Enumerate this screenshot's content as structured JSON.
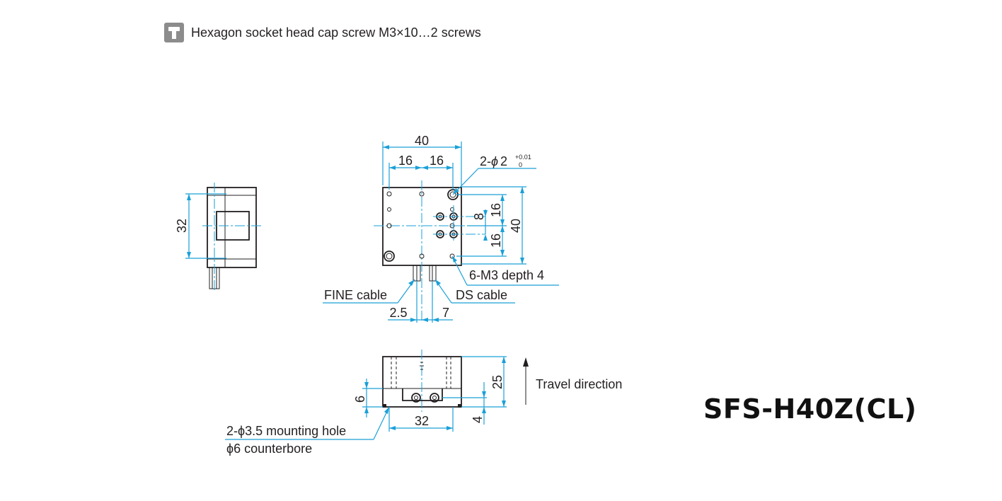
{
  "legend": {
    "icon": "screw-icon",
    "icon_color": "#8c8c8c",
    "text": "Hexagon socket head cap screw M3×10…2 screws"
  },
  "model_name": "SFS-H40Z(CL)",
  "colors": {
    "dimension": "#1aa0d8",
    "outline": "#231f20"
  },
  "dimensions": {
    "top_width": "40",
    "top_half_left": "16",
    "top_half_right": "16",
    "right_height": "40",
    "right_upper": "16",
    "right_mid": "8",
    "right_lower": "16",
    "side_height": "32",
    "cable_offset_left": "2.5",
    "cable_offset_right": "7",
    "front_height": "25",
    "front_base": "6",
    "front_bottom": "4",
    "front_width": "32"
  },
  "callouts": {
    "pin_holes_prefix": "2-",
    "pin_holes_phi": "ϕ",
    "pin_holes_size": "2",
    "pin_holes_tol_upper": "+0.01",
    "pin_holes_tol_lower": "0",
    "tapped_holes": "6-M3 depth 4",
    "fine_cable": "FINE cable",
    "ds_cable": "DS cable",
    "mounting_hole": "2-ϕ3.5 mounting hole",
    "counterbore": "ϕ6 counterbore",
    "travel_direction": "Travel direction"
  }
}
